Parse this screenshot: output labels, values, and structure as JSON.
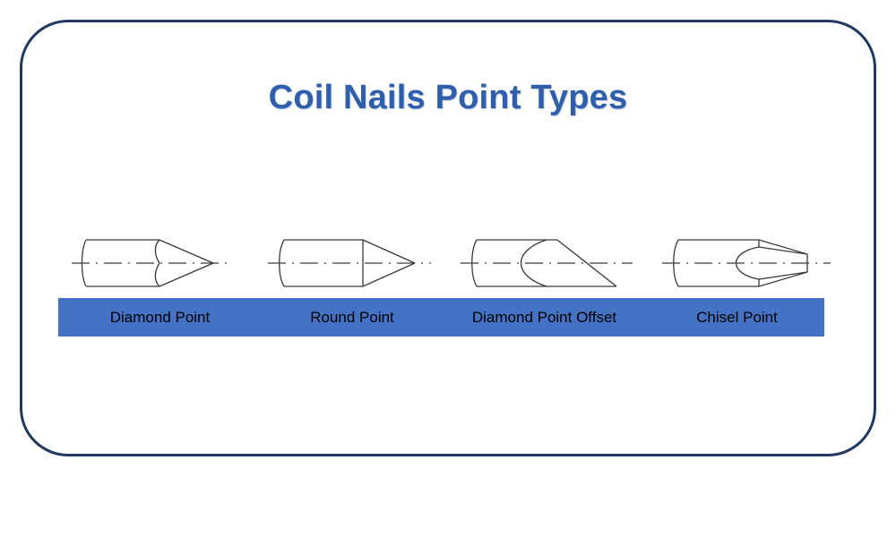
{
  "slide": {
    "title": "Coil Nails Point Types",
    "background_color": "#FFFFFF",
    "frame_border_color": "#1F3864",
    "title_color": "#2E5FAC",
    "label_bar_color": "#4472C4",
    "drawing_line_color": "#3A3A3A"
  },
  "nail_types": [
    {
      "id": "diamond-point",
      "label": "Diamond Point",
      "diagram_name": "diamond-point-nail-diagram",
      "description": "Cylindrical shank with S-curve shoulder tapering to a four-sided sharp diamond tip"
    },
    {
      "id": "round-point",
      "label": "Round Point",
      "diagram_name": "round-point-nail-diagram",
      "description": "Straight shank with a square shoulder line and a symmetric conical point"
    },
    {
      "id": "diamond-point-offset",
      "label": "Diamond Point Offset",
      "diagram_name": "diamond-point-offset-nail-diagram",
      "description": "Asymmetric shank with a parabolic inner face and a single long diagonal bevel to one side"
    },
    {
      "id": "chisel-point",
      "label": "Chisel Point",
      "diagram_name": "chisel-point-nail-diagram",
      "description": "Shank with a rounded inner arc opening into a tapered blunt chisel end"
    }
  ]
}
